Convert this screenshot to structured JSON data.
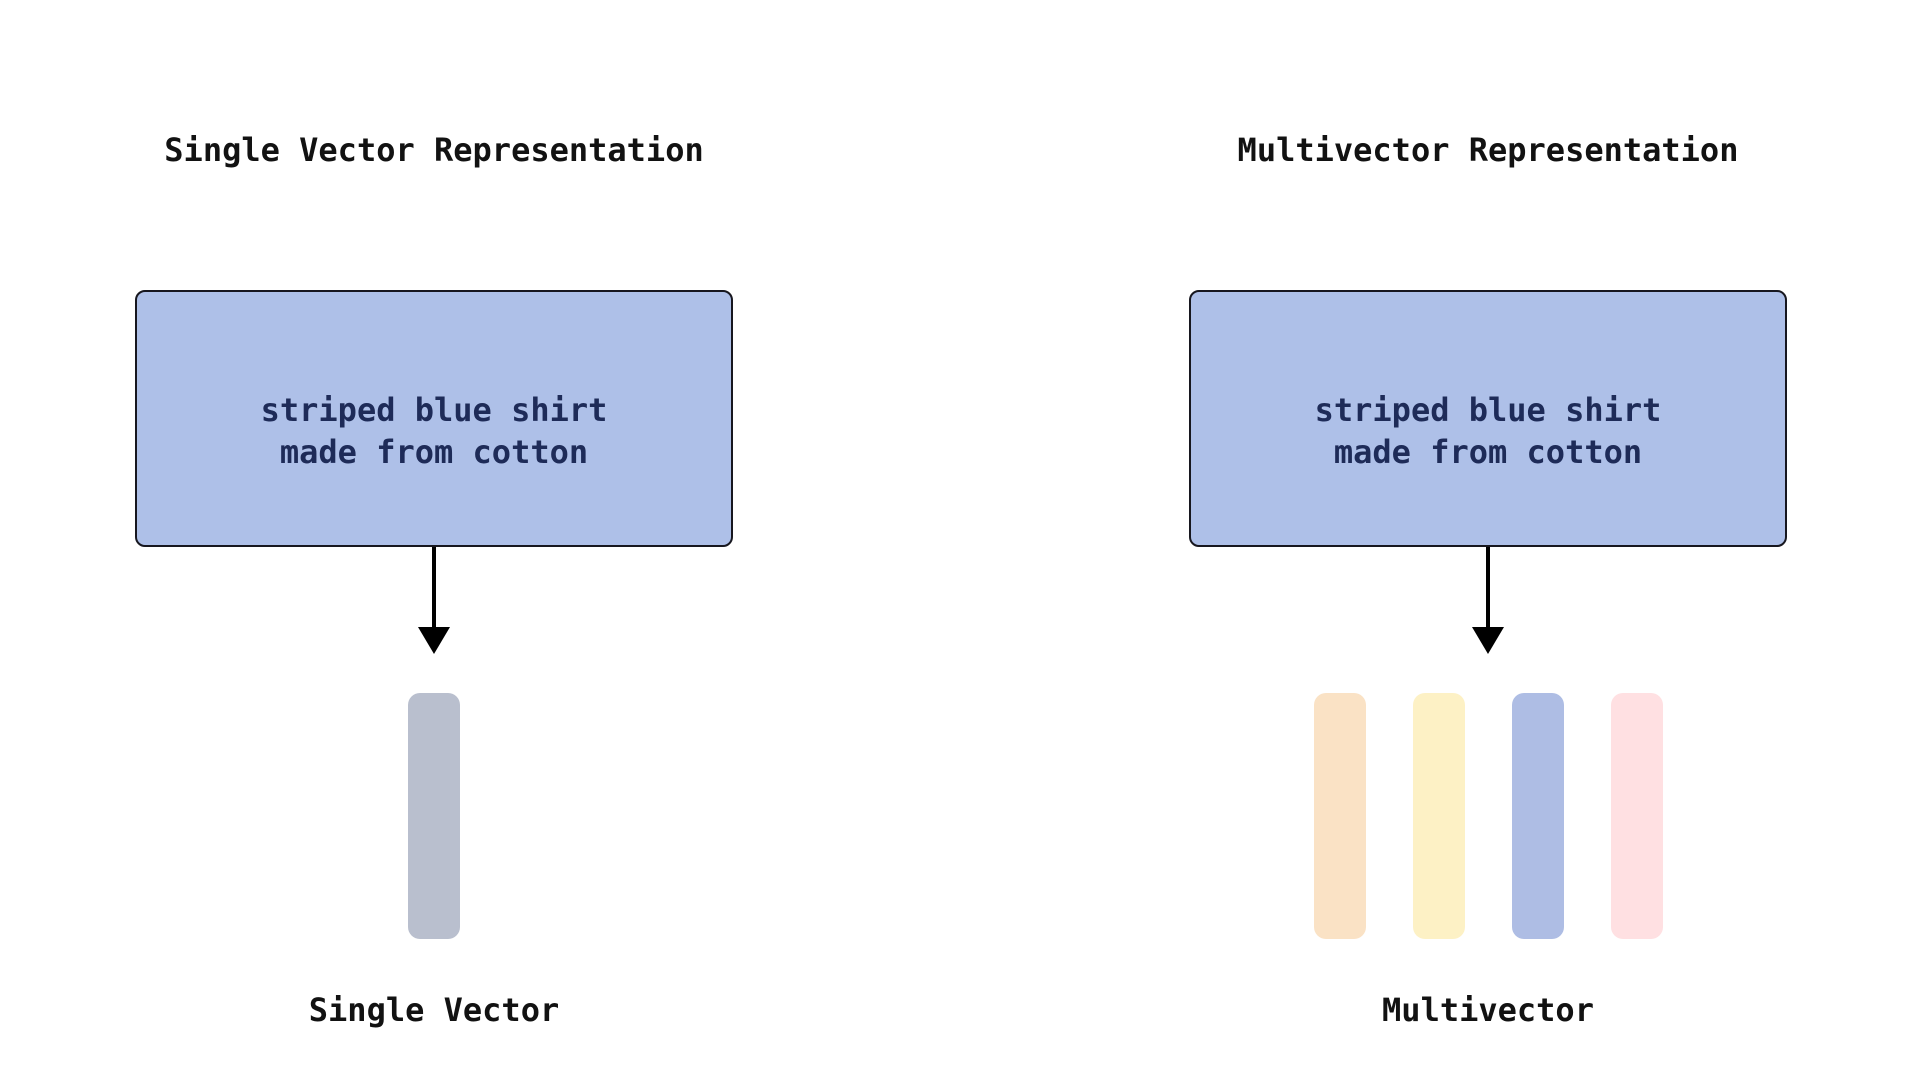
{
  "style_colors": {
    "background": "#ffffff",
    "heading_text": "#121212",
    "box_fill": "#aec0e8",
    "box_border": "#17171f",
    "box_text": "#1e2b58",
    "arrow": "#000000"
  },
  "single_panel": {
    "title": "Single Vector Representation",
    "box": {
      "line1": "striped blue shirt",
      "line2": "made from cotton"
    },
    "label": "Single Vector",
    "vector_colors": [
      "#b9bfce"
    ]
  },
  "multi_panel": {
    "title": "Multivector Representation",
    "box": {
      "line1": "striped blue shirt",
      "line2": "made from cotton"
    },
    "label": "Multivector",
    "vector_colors": [
      "#fae2c5",
      "#fdf1c5",
      "#aebde4",
      "#ffe0e2"
    ]
  }
}
